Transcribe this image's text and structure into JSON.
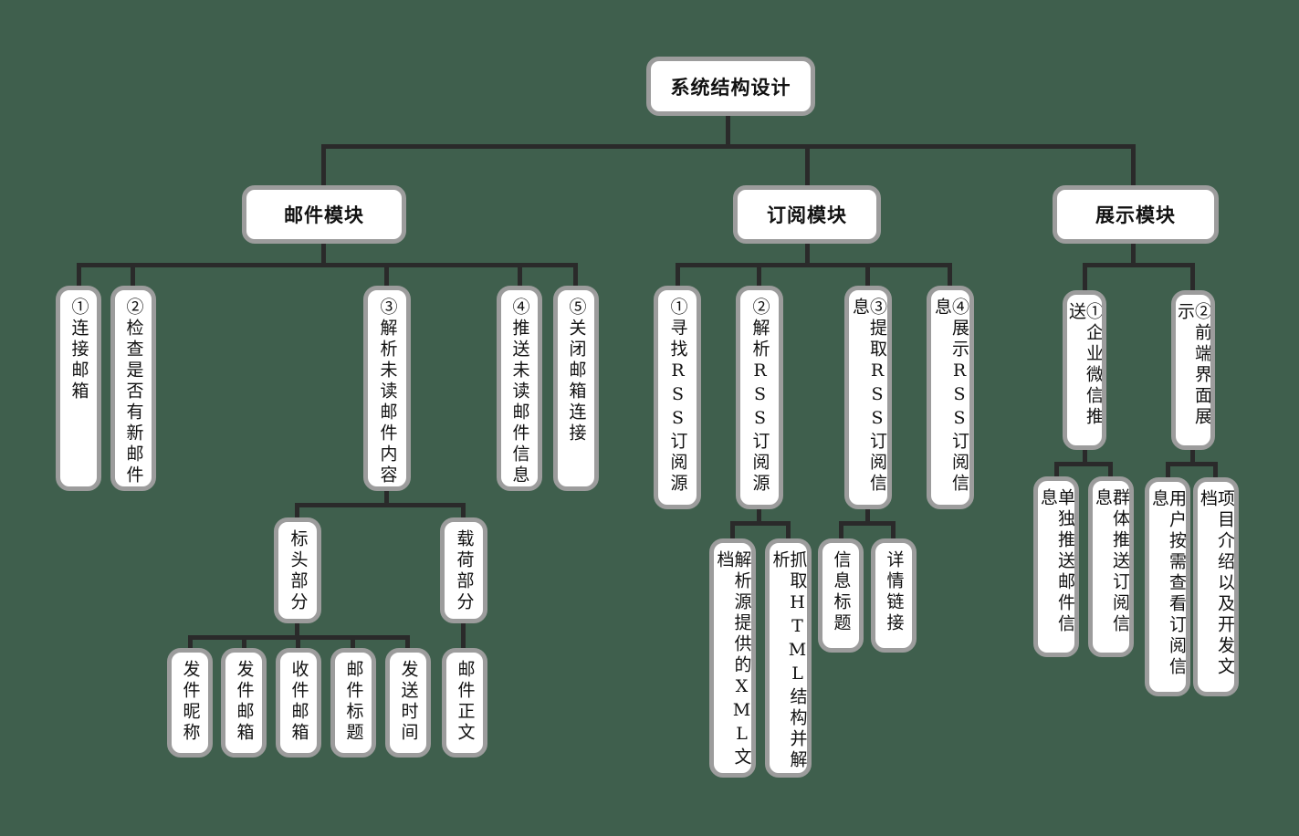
{
  "diagram_title": "系统结构设计",
  "colors": {
    "background": "#3f5f4d",
    "box_fill": "#ffffff",
    "box_border": "#9c9c9c",
    "line": "#2a2a2a",
    "text": "#111111"
  },
  "root": {
    "label": "系统结构设计"
  },
  "modules": [
    {
      "label": "邮件模块",
      "children": [
        {
          "label": "①连接邮箱"
        },
        {
          "label": "②检查是否有新邮件"
        },
        {
          "label": "③解析未读邮件内容",
          "children": [
            {
              "label": "标头部分",
              "children": [
                {
                  "label": "发件昵称"
                },
                {
                  "label": "发件邮箱"
                },
                {
                  "label": "收件邮箱"
                },
                {
                  "label": "邮件标题"
                },
                {
                  "label": "发送时间"
                }
              ]
            },
            {
              "label": "载荷部分",
              "children": [
                {
                  "label": "邮件正文"
                }
              ]
            }
          ]
        },
        {
          "label": "④推送未读邮件信息"
        },
        {
          "label": "⑤关闭邮箱连接"
        }
      ]
    },
    {
      "label": "订阅模块",
      "children": [
        {
          "label": "①寻找RSS订阅源"
        },
        {
          "label": "②解析RSS订阅源",
          "children": [
            {
              "label": "解析源提供的XML文档"
            },
            {
              "label": "抓取HTML结构并解析"
            }
          ]
        },
        {
          "label": "③提取RSS订阅信息",
          "children": [
            {
              "label": "信息标题"
            },
            {
              "label": "详情链接"
            }
          ]
        },
        {
          "label": "④展示RSS订阅信息"
        }
      ]
    },
    {
      "label": "展示模块",
      "children": [
        {
          "label": "①企业微信推送",
          "children": [
            {
              "label": "单独推送邮件信息"
            },
            {
              "label": "群体推送订阅信息"
            }
          ]
        },
        {
          "label": "②前端界面展示",
          "children": [
            {
              "label": "用户按需查看订阅信息"
            },
            {
              "label": "项目介绍以及开发文档"
            }
          ]
        }
      ]
    }
  ]
}
